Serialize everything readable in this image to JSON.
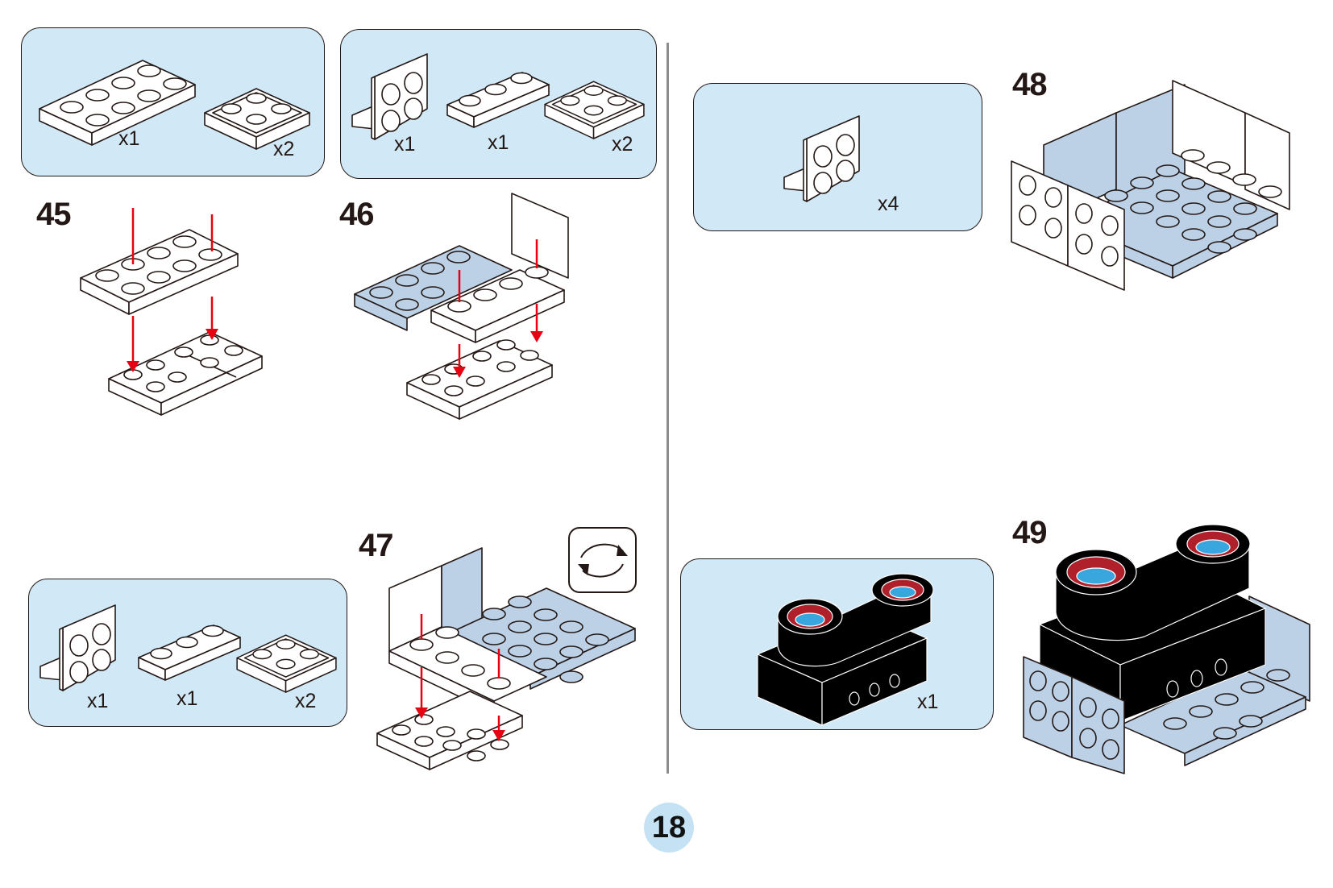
{
  "page": {
    "page_number": "18",
    "colors": {
      "parts_box_fill": "#d1e8f6",
      "brick_blue": "#bcd0e6",
      "brick_white": "#ffffff",
      "arrow_red": "#e60012",
      "sensor_black": "#000000",
      "lens_red": "#b0202a",
      "lens_blue": "#3aa6de",
      "divider": "#8c8c8c",
      "page_circle": "#c5e2f4"
    }
  },
  "parts_boxes": [
    {
      "id": "A",
      "for_step": "45",
      "items": [
        {
          "part": "plate-2x4-white",
          "qty": "x1"
        },
        {
          "part": "inverted-plate-2x2-white",
          "qty": "x2"
        }
      ]
    },
    {
      "id": "B",
      "for_step": "46",
      "items": [
        {
          "part": "bracket-1x2-2x2-white",
          "qty": "x1"
        },
        {
          "part": "plate-1x3-white",
          "qty": "x1"
        },
        {
          "part": "inverted-plate-2x2-white",
          "qty": "x2"
        }
      ]
    },
    {
      "id": "C",
      "for_step": "48",
      "items": [
        {
          "part": "bracket-1x2-2x2-white",
          "qty": "x4"
        }
      ]
    },
    {
      "id": "D",
      "for_step": "47",
      "items": [
        {
          "part": "bracket-1x2-2x2-white",
          "qty": "x1"
        },
        {
          "part": "plate-1x3-white",
          "qty": "x1"
        },
        {
          "part": "inverted-plate-2x2-white",
          "qty": "x2"
        }
      ]
    },
    {
      "id": "E",
      "for_step": "49",
      "items": [
        {
          "part": "ultrasonic-sensor-black",
          "qty": "x1"
        }
      ]
    }
  ],
  "steps": [
    {
      "number": "45"
    },
    {
      "number": "46"
    },
    {
      "number": "47",
      "icon": "rotate-model-icon"
    },
    {
      "number": "48"
    },
    {
      "number": "49"
    }
  ]
}
